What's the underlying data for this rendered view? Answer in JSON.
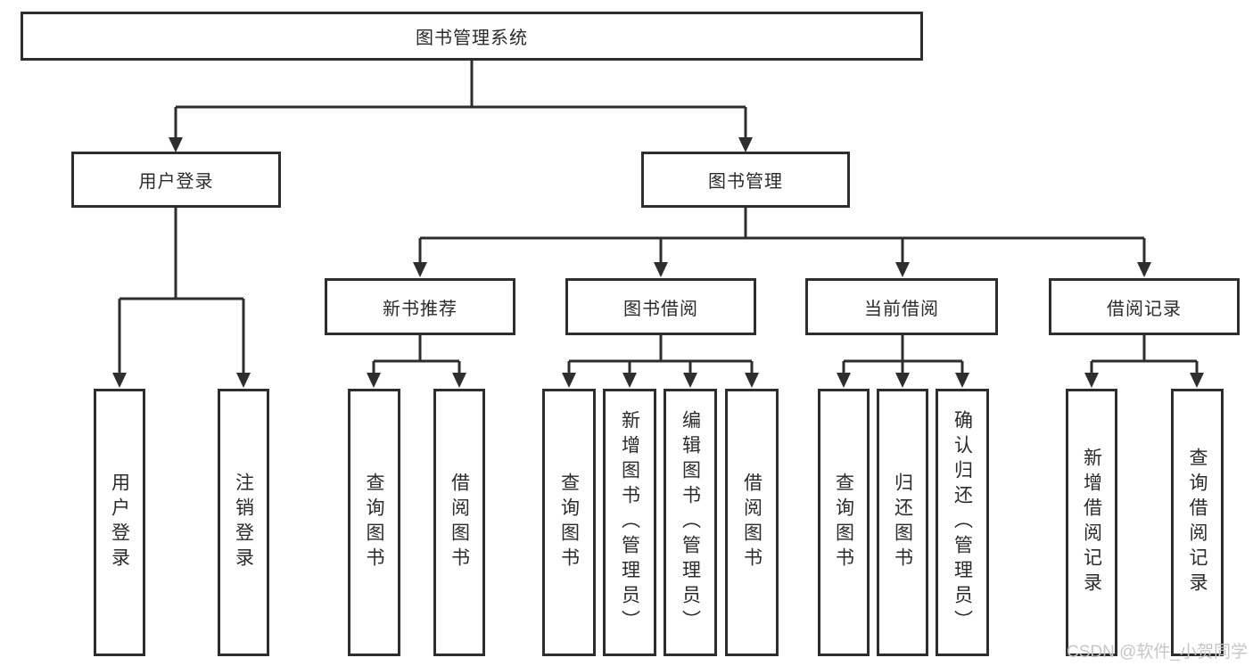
{
  "tree": {
    "root": {
      "label": "图书管理系统"
    },
    "login": {
      "label": "用户登录",
      "children": [
        {
          "label": "用户登录"
        },
        {
          "label": "注销登录"
        }
      ]
    },
    "management": {
      "label": "图书管理",
      "sections": [
        {
          "label": "新书推荐",
          "children": [
            {
              "label": "查询图书"
            },
            {
              "label": "借阅图书"
            }
          ]
        },
        {
          "label": "图书借阅",
          "children": [
            {
              "label": "查询图书"
            },
            {
              "label": "新增图书（管理员）"
            },
            {
              "label": "编辑图书（管理员）"
            },
            {
              "label": "借阅图书"
            }
          ]
        },
        {
          "label": "当前借阅",
          "children": [
            {
              "label": "查询图书"
            },
            {
              "label": "归还图书"
            },
            {
              "label": "确认归还（管理员）"
            }
          ]
        },
        {
          "label": "借阅记录",
          "children": [
            {
              "label": "新增借阅记录"
            },
            {
              "label": "查询借阅记录"
            }
          ]
        }
      ]
    }
  },
  "watermark": "CSDN @软件_小贺同学",
  "colors": {
    "line": "#2e2e2e",
    "text": "#2b2b2b",
    "watermark": "#c6c6c6",
    "background": "#ffffff"
  }
}
